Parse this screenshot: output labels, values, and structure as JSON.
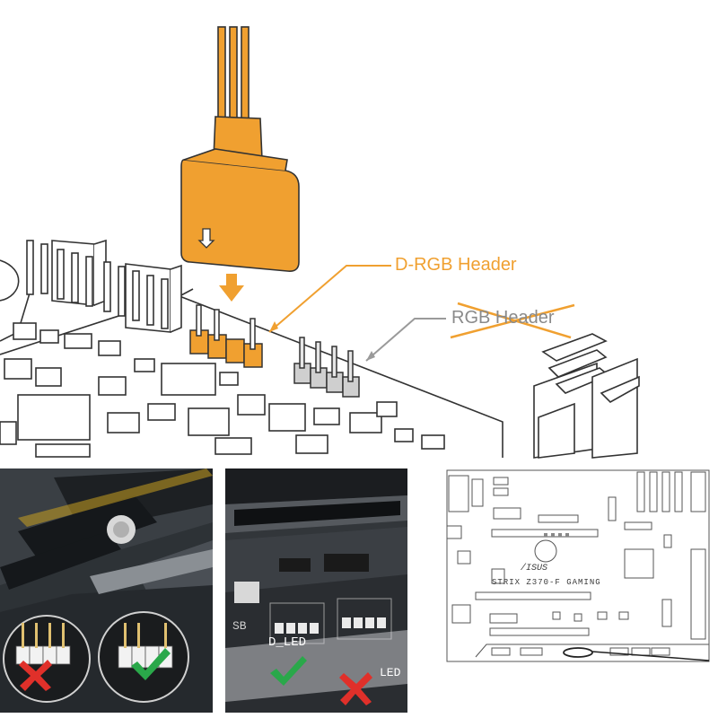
{
  "top_diagram": {
    "drgb_label": "D-RGB Header",
    "rgb_label": "RGB Header",
    "colors": {
      "orange": "#f0a030",
      "gray": "#8a8a8a",
      "line": "#333333"
    }
  },
  "photo_left": {
    "marks": {
      "wrong": "red-x-icon",
      "right": "green-check-icon"
    },
    "colors": {
      "red": "#e0302a",
      "green": "#2aa84a"
    }
  },
  "photo_middle": {
    "silkscreen_sb": "SB",
    "silkscreen_dled": "D_LED",
    "silkscreen_led": "LED",
    "marks": {
      "right": "green-check-icon",
      "wrong": "red-x-icon"
    }
  },
  "board_layout": {
    "model_text": "STRIX Z370-F GAMING",
    "brand_text": "/ISUS"
  }
}
